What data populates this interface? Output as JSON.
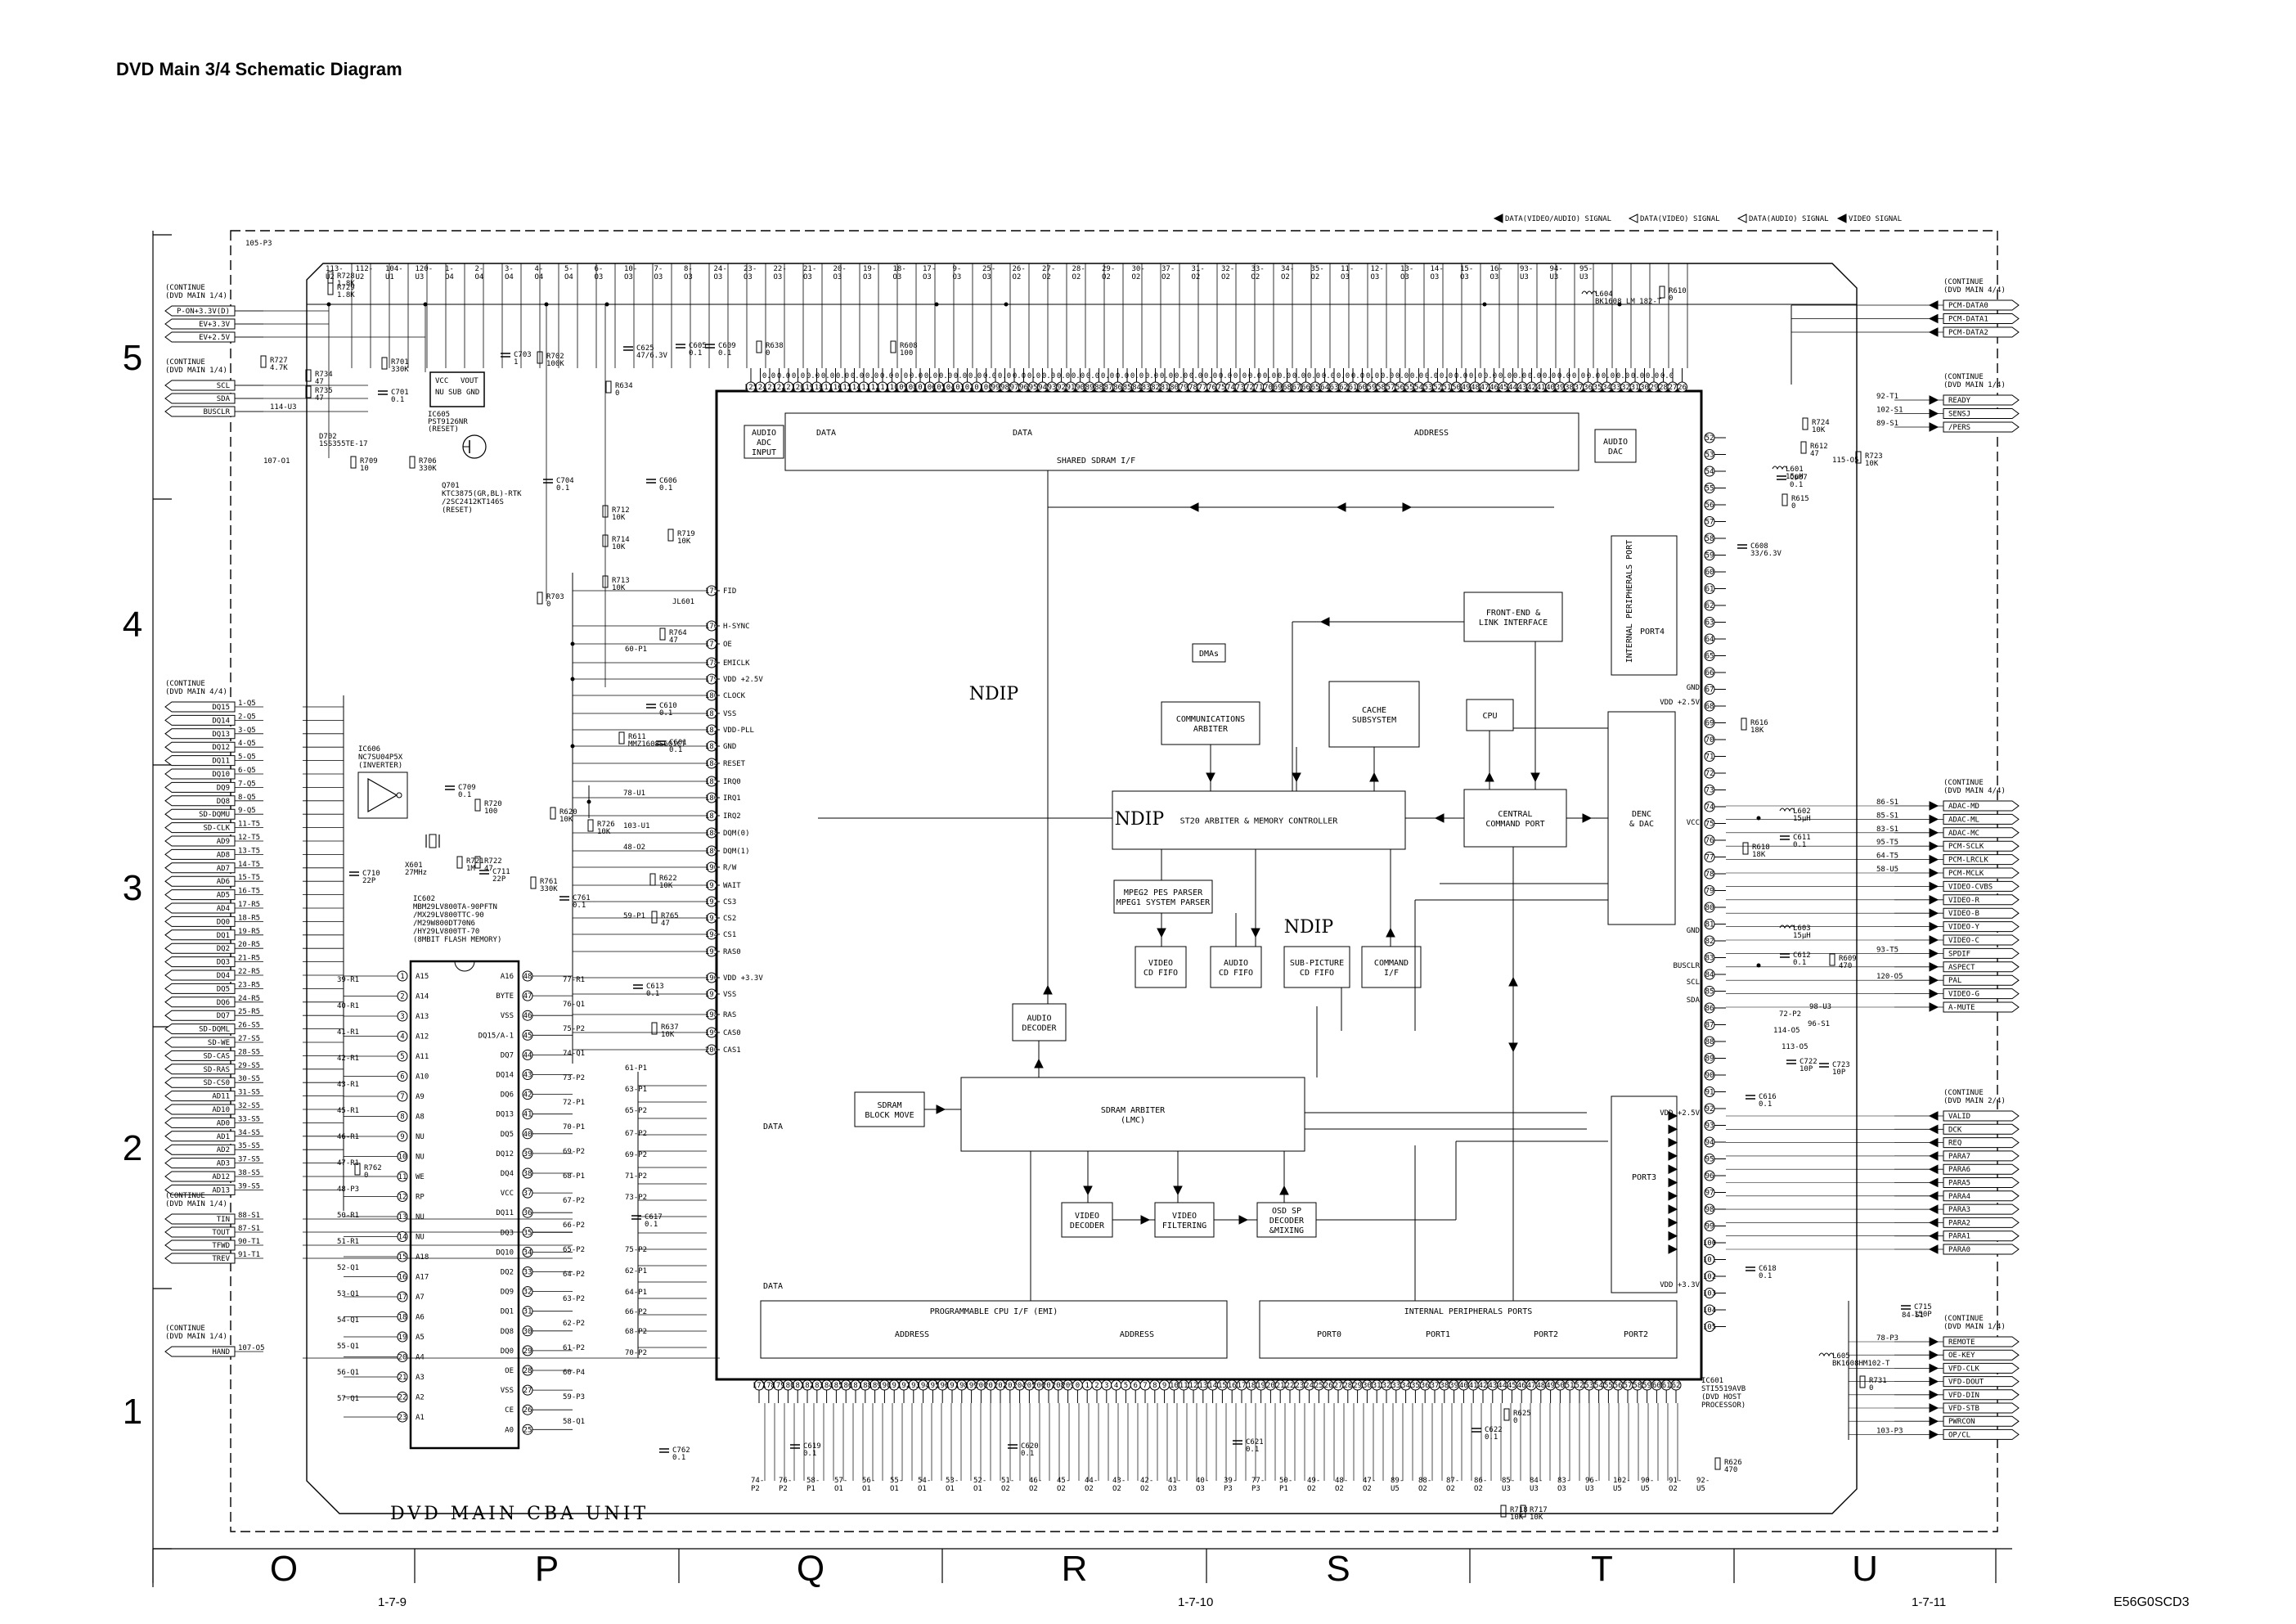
{
  "header": {
    "title": "DVD Main 3/4 Schematic Diagram"
  },
  "footer": {
    "page_left": "1-7-9",
    "page_mid": "1-7-10",
    "page_right": "1-7-11",
    "doc_code": "E56G0SCD3"
  },
  "legend": [
    "DATA(VIDEO/AUDIO) SIGNAL",
    "DATA(VIDEO) SIGNAL",
    "DATA(AUDIO) SIGNAL",
    "VIDEO SIGNAL"
  ],
  "unit_label": "DVD MAIN CBA UNIT",
  "grid": {
    "rows": [
      "5",
      "4",
      "3",
      "2",
      "1"
    ],
    "cols": [
      "O",
      "P",
      "Q",
      "R",
      "S",
      "T",
      "U"
    ]
  },
  "ic_main": {
    "ref": "IC601",
    "part": "STI5519AVB",
    "desc1": "(DVD HOST",
    "desc2": "PROCESSOR)",
    "watermark": "NDIP",
    "blocks": {
      "shared_sdram": "SHARED SDRAM I/F",
      "data1": "DATA",
      "data2": "DATA",
      "address": "ADDRESS",
      "audio_adc1": "AUDIO",
      "audio_adc2": "ADC",
      "audio_adc3": "INPUT",
      "audio_dac1": "AUDIO",
      "audio_dac2": "DAC",
      "front_end1": "FRONT-END &",
      "front_end2": "LINK INTERFACE",
      "dma": "DMAs",
      "comm1": "COMMUNICATIONS",
      "comm2": "ARBITER",
      "cache1": "CACHE",
      "cache2": "SUBSYSTEM",
      "cpu": "CPU",
      "st20": "ST20 ARBITER & MEMORY CONTROLLER",
      "central1": "CENTRAL",
      "central2": "COMMAND PORT",
      "denc1": "DENC",
      "denc2": "& DAC",
      "mpeg1": "MPEG2 PES PARSER",
      "mpeg2": "MPEG1 SYSTEM PARSER",
      "vcd1": "VIDEO",
      "vcd2": "CD FIFO",
      "acd1": "AUDIO",
      "acd2": "CD FIFO",
      "spcd1": "SUB-PICTURE",
      "spcd2": "CD FIFO",
      "cmd1": "COMMAND",
      "cmd2": "I/F",
      "adec1": "AUDIO",
      "adec2": "DECODER",
      "sdram_blk1": "SDRAM",
      "sdram_blk2": "BLOCK MOVE",
      "sdram_arb1": "SDRAM ARBITER",
      "sdram_arb2": "(LMC)",
      "vdec1": "VIDEO",
      "vdec2": "DECODER",
      "vfilt1": "VIDEO",
      "vfilt2": "FILTERING",
      "osd1": "OSD SP",
      "osd2": "DECODER",
      "osd3": "&MIXING",
      "prog_cpu": "PROGRAMMABLE CPU I/F (EMI)",
      "addr_a": "ADDRESS",
      "addr_b": "ADDRESS",
      "periph": "INTERNAL PERIPHERALS PORTS",
      "port0": "PORT0",
      "port1": "PORT1",
      "port2": "PORT2",
      "port3": "PORT3",
      "port4": "PORT4",
      "int_periph": "INTERNAL PERIPHERALS PORT",
      "data3": "DATA",
      "data4": "DATA"
    },
    "left_pins": [
      "FID",
      "H-SYNC",
      "OE",
      "EMICLK",
      "VDD +2.5V",
      "CLOCK",
      "VSS",
      "VDD-PLL",
      "GND",
      "RESET",
      "IRQ0",
      "IRQ1",
      "IRQ2",
      "DQM(0)",
      "DQM(1)",
      "R/W",
      "WAIT",
      "CS3",
      "CS2",
      "CS1",
      "RAS0",
      "VDD +3.3V",
      "VSS",
      "RAS",
      "CAS0",
      "CAS1"
    ],
    "right_pins": [
      "GND",
      "VDD +2.5V",
      "VCC",
      "GND",
      "BUSCLR",
      "SCL",
      "SDA",
      "VDD +2.5V",
      "VDD +3.3V"
    ]
  },
  "ic_flash": {
    "ref": "IC602",
    "part": "MBM29LV800TA-90PFTN",
    "alt1": "/MX29LV800TTC-90",
    "alt2": "/M29W800DT70N6",
    "alt3": "/HY29LV800TT-70",
    "desc": "(8MBIT FLASH MEMORY)",
    "left_pins": [
      "A15",
      "A14",
      "A13",
      "A12",
      "A11",
      "A10",
      "A9",
      "A8",
      "NU",
      "NU",
      "WE",
      "RP",
      "NU",
      "NU",
      "A18",
      "A17",
      "A7",
      "A6",
      "A5",
      "A4",
      "A3",
      "A2",
      "A1"
    ],
    "right_pins": [
      "A16",
      "BYTE",
      "VSS",
      "DQ15/A-1",
      "DQ7",
      "DQ14",
      "DQ6",
      "DQ13",
      "DQ5",
      "DQ12",
      "DQ4",
      "VCC",
      "DQ11",
      "DQ3",
      "DQ10",
      "DQ2",
      "DQ9",
      "DQ1",
      "DQ8",
      "DQ0",
      "OE",
      "VSS",
      "CE",
      "A0"
    ]
  },
  "ic_reset": {
    "ref": "IC605",
    "part": "PST9126NR",
    "desc": "(RESET)",
    "pins": [
      "VCC",
      "VOUT",
      "NU",
      "SUB",
      "GND"
    ]
  },
  "ic_inverter": {
    "ref": "IC606",
    "part": "NC7SU04P5X",
    "desc": "(INVERTER)"
  },
  "transistor": {
    "ref": "Q701",
    "part1": "KTC3875(GR,BL)-RTK",
    "part2": "/2SC2412KT146S",
    "desc": "(RESET)"
  },
  "left_connectors": {
    "top": {
      "title1": "(CONTINUE",
      "title2": "(DVD MAIN 1/4)",
      "items": [
        "P-ON+3.3V(D)",
        "EV+3.3V",
        "EV+2.5V"
      ]
    },
    "mid": {
      "title1": "(CONTINUE",
      "title2": "(DVD MAIN 1/4)",
      "items": [
        "SCL",
        "SDA",
        "BUSCLR"
      ]
    },
    "bus": {
      "title1": "(CONTINUE",
      "title2": "(DVD MAIN 4/4)",
      "items": [
        "DQ15",
        "DQ14",
        "DQ13",
        "DQ12",
        "DQ11",
        "DQ10",
        "DQ9",
        "DQ8",
        "SD-DQMU",
        "SD-CLK",
        "AD9",
        "AD8",
        "AD7",
        "AD6",
        "AD5",
        "AD4",
        "DQ0",
        "DQ1",
        "DQ2",
        "DQ3",
        "DQ4",
        "DQ5",
        "DQ6",
        "DQ7",
        "SD-DQML",
        "SD-WE",
        "SD-CAS",
        "SD-RAS",
        "SD-CS0",
        "AD11",
        "AD10",
        "AD0",
        "AD1",
        "AD2",
        "AD3",
        "AD12",
        "AD13"
      ],
      "refs": [
        "1-Q5",
        "2-Q5",
        "3-Q5",
        "4-Q5",
        "5-Q5",
        "6-Q5",
        "7-Q5",
        "8-Q5",
        "9-Q5",
        "11-T5",
        "12-T5",
        "13-T5",
        "14-T5",
        "15-T5",
        "16-T5",
        "17-R5",
        "18-R5",
        "19-R5",
        "20-R5",
        "21-R5",
        "22-R5",
        "23-R5",
        "24-R5",
        "25-R5",
        "26-S5",
        "27-S5",
        "28-S5",
        "29-S5",
        "30-S5",
        "31-S5",
        "32-S5",
        "33-S5",
        "34-S5",
        "35-S5",
        "37-S5",
        "38-S5",
        "39-S5"
      ]
    },
    "tin": {
      "title1": "(CONTINUE",
      "title2": "(DVD MAIN 1/4)",
      "items": [
        "TIN",
        "TOUT",
        "TFWD",
        "TREV"
      ],
      "refs": [
        "88-S1",
        "87-S1",
        "90-T1",
        "91-T1"
      ]
    },
    "hand": {
      "title1": "(CONTINUE",
      "title2": "(DVD MAIN 1/4)",
      "items": [
        "HAND"
      ],
      "refs": [
        "107-O5"
      ]
    }
  },
  "right_connectors": {
    "pcm": {
      "title1": "(CONTINUE",
      "title2": "(DVD MAIN 4/4)",
      "items": [
        "PCM-DATA0",
        "PCM-DATA1",
        "PCM-DATA2"
      ]
    },
    "ready": {
      "title1": "(CONTINUE",
      "title2": "(DVD MAIN 1/4)",
      "items": [
        "READY",
        "SENSJ",
        "/PERS"
      ],
      "refs": [
        "92-T1",
        "102-S1",
        "89-S1"
      ]
    },
    "video": {
      "title1": "(CONTINUE",
      "title2": "(DVD MAIN 4/4)",
      "items": [
        "ADAC-MD",
        "ADAC-ML",
        "ADAC-MC",
        "PCM-SCLK",
        "PCM-LRCLK",
        "PCM-MCLK",
        "VIDEO-CVBS",
        "VIDEO-R",
        "VIDEO-B",
        "VIDEO-Y",
        "VIDEO-C",
        "SPDIF",
        "ASPECT",
        "PAL",
        "VIDEO-G",
        "A-MUTE"
      ],
      "refs": [
        "86-S1",
        "85-S1",
        "83-S1",
        "95-T5",
        "64-T5",
        "58-U5",
        "",
        "",
        "",
        "",
        "",
        "93-T5",
        "",
        "120-O5",
        "",
        ""
      ]
    },
    "para": {
      "title1": "(CONTINUE",
      "title2": "(DVD MAIN 2/4)",
      "items": [
        "VALID",
        "DCK",
        "REQ",
        "PARA7",
        "PARA6",
        "PARA5",
        "PARA4",
        "PARA3",
        "PARA2",
        "PARA1",
        "PARA0"
      ]
    },
    "remote": {
      "title1": "(CONTINUE",
      "title2": "(DVD MAIN 1/4)",
      "items": [
        "REMOTE",
        "OE-KEY",
        "VFD-CLK",
        "VFD-DOUT",
        "VFD-DIN",
        "VFD-STB",
        "PWRCON",
        "OP/CL"
      ],
      "refs": [
        "78-P3",
        "",
        "",
        "",
        "",
        "",
        "",
        "103-P3"
      ]
    }
  },
  "components": [
    {
      "t": "R728",
      "v": "1.8K"
    },
    {
      "t": "R729",
      "v": "1.8K"
    },
    {
      "t": "R727",
      "v": "4.7K"
    },
    {
      "t": "R734",
      "v": "47"
    },
    {
      "t": "R735",
      "v": "47"
    },
    {
      "t": "R701",
      "v": "330K"
    },
    {
      "t": "C701",
      "v": "0.1"
    },
    {
      "t": "R702",
      "v": "100K"
    },
    {
      "t": "C703",
      "v": "1"
    },
    {
      "t": "C625",
      "v": "47/6.3V"
    },
    {
      "t": "C605",
      "v": "0.1"
    },
    {
      "t": "C609",
      "v": "0.1"
    },
    {
      "t": "R638",
      "v": "0"
    },
    {
      "t": "R608",
      "v": "100"
    },
    {
      "t": "R634",
      "v": "0"
    },
    {
      "t": "D702",
      "v": "1SS355TE-17"
    },
    {
      "t": "R709",
      "v": "10"
    },
    {
      "t": "R706",
      "v": "330K"
    },
    {
      "t": "C704",
      "v": "0.1"
    },
    {
      "t": "C606",
      "v": "0.1"
    },
    {
      "t": "R712",
      "v": "10K"
    },
    {
      "t": "R719",
      "v": "10K"
    },
    {
      "t": "R714",
      "v": "10K"
    },
    {
      "t": "R713",
      "v": "10K"
    },
    {
      "t": "R703",
      "v": "0"
    },
    {
      "t": "JL601",
      "v": ""
    },
    {
      "t": "R764",
      "v": "47"
    },
    {
      "t": "C610",
      "v": "0.1"
    },
    {
      "t": "R611",
      "v": "MMZ1608S601CT"
    },
    {
      "t": "C601",
      "v": "0.1"
    },
    {
      "t": "C709",
      "v": "0.1"
    },
    {
      "t": "R720",
      "v": "100"
    },
    {
      "t": "R620",
      "v": "10K"
    },
    {
      "t": "R726",
      "v": "10K"
    },
    {
      "t": "R721",
      "v": "1M"
    },
    {
      "t": "R722",
      "v": "47"
    },
    {
      "t": "X601",
      "v": "27MHz"
    },
    {
      "t": "C710",
      "v": "22P"
    },
    {
      "t": "C711",
      "v": "22P"
    },
    {
      "t": "R761",
      "v": "330K"
    },
    {
      "t": "C761",
      "v": "0.1"
    },
    {
      "t": "R622",
      "v": "10K"
    },
    {
      "t": "R765",
      "v": "47"
    },
    {
      "t": "C613",
      "v": "0.1"
    },
    {
      "t": "R637",
      "v": "10K"
    },
    {
      "t": "R762",
      "v": "0"
    },
    {
      "t": "C617",
      "v": "0.1"
    },
    {
      "t": "C762",
      "v": "0.1"
    },
    {
      "t": "C619",
      "v": "0.1"
    },
    {
      "t": "C620",
      "v": "0.1"
    },
    {
      "t": "C621",
      "v": "0.1"
    },
    {
      "t": "C622",
      "v": "0.1"
    },
    {
      "t": "R626",
      "v": "470"
    },
    {
      "t": "R718",
      "v": "10K"
    },
    {
      "t": "R717",
      "v": "10K"
    },
    {
      "t": "R610",
      "v": "0"
    },
    {
      "t": "L604",
      "v": "BK1608 LM 182-T"
    },
    {
      "t": "R724",
      "v": "10K"
    },
    {
      "t": "R612",
      "v": "47"
    },
    {
      "t": "R723",
      "v": "10K"
    },
    {
      "t": "L601",
      "v": "15μH"
    },
    {
      "t": "C607",
      "v": "0.1"
    },
    {
      "t": "R615",
      "v": "0"
    },
    {
      "t": "C608",
      "v": "33/6.3V"
    },
    {
      "t": "R616",
      "v": "18K"
    },
    {
      "t": "L602",
      "v": "15μH"
    },
    {
      "t": "C611",
      "v": "0.1"
    },
    {
      "t": "R618",
      "v": "18K"
    },
    {
      "t": "L603",
      "v": "15μH"
    },
    {
      "t": "C612",
      "v": "0.1"
    },
    {
      "t": "R609",
      "v": "470"
    },
    {
      "t": "C722",
      "v": "10P"
    },
    {
      "t": "C723",
      "v": "10P"
    },
    {
      "t": "C616",
      "v": "0.1"
    },
    {
      "t": "C618",
      "v": "0.1"
    },
    {
      "t": "C715",
      "v": "150P"
    },
    {
      "t": "L605",
      "v": "BK1608HM102-T"
    },
    {
      "t": "R731",
      "v": "0"
    },
    {
      "t": "R625",
      "v": "0"
    }
  ],
  "top_refs": [
    "113-U2",
    "112-U2",
    "104-U1",
    "120-U3",
    "1-O4",
    "2-O4",
    "3-O4",
    "4-O4",
    "5-O4",
    "6-O3",
    "10-O3",
    "7-O3",
    "8-O3",
    "24-O3",
    "23-O3",
    "22-O3",
    "21-O3",
    "20-O3",
    "19-O3",
    "18-O3",
    "17-O3",
    "9-O3",
    "25-O3",
    "26-O2",
    "27-O2",
    "28-O2",
    "29-O2",
    "30-O2",
    "37-O2",
    "31-O2",
    "32-O2",
    "33-O2",
    "34-O2",
    "35-O2",
    "11-O3",
    "12-O3",
    "13-O3",
    "14-O3",
    "15-O3",
    "16-O3",
    "93-U3",
    "94-U3",
    "95-U3"
  ],
  "bottom_refs": [
    "74-P2",
    "76-P2",
    "58-P1",
    "57-O1",
    "56-O1",
    "55-O1",
    "54-O1",
    "53-O1",
    "52-O1",
    "51-O2",
    "46-O2",
    "45-O2",
    "44-O2",
    "43-O2",
    "42-O2",
    "41-O3",
    "40-O3",
    "39-P3",
    "77-P3",
    "50-P1",
    "49-O2",
    "48-O2",
    "47-O2",
    "89-U5",
    "88-O2",
    "87-O2",
    "86-O2",
    "85-U3",
    "84-U3",
    "83-O3",
    "96-U3",
    "102-U5",
    "90-U5",
    "91-O2",
    "92-U5"
  ],
  "flash_left_refs": [
    "39-R1",
    "40-R1",
    "41-R1",
    "42-R1",
    "43-R1",
    "45-R1",
    "46-R1",
    "47-R1",
    "48-P3",
    "50-R1",
    "51-R1",
    "52-Q1",
    "53-Q1",
    "54-Q1",
    "55-Q1",
    "56-Q1",
    "57-Q1"
  ],
  "flash_right_refs": [
    "77-R1",
    "76-Q1",
    "75-P2",
    "74-Q1",
    "73-P2",
    "72-P1",
    "70-P1",
    "69-P2",
    "68-P1",
    "67-P2",
    "66-P2",
    "65-P2",
    "64-P2",
    "63-P2",
    "62-P2",
    "61-P2",
    "60-P4",
    "59-P3",
    "58-Q1"
  ],
  "misc_refs": [
    "114-U3",
    "107-O1",
    "60-P1",
    "78-U1",
    "103-U1",
    "48-O2",
    "59-P1",
    "61-P1",
    "63-P1",
    "65-P2",
    "67-P2",
    "69-P2",
    "71-P2",
    "73-P2",
    "75-P2",
    "62-P1",
    "64-P1",
    "66-P2",
    "68-P2",
    "70-P2",
    "72-P2",
    "114-O5",
    "113-O5",
    "115-O5",
    "98-U3",
    "96-S1",
    "84-S1",
    "105-P3"
  ]
}
